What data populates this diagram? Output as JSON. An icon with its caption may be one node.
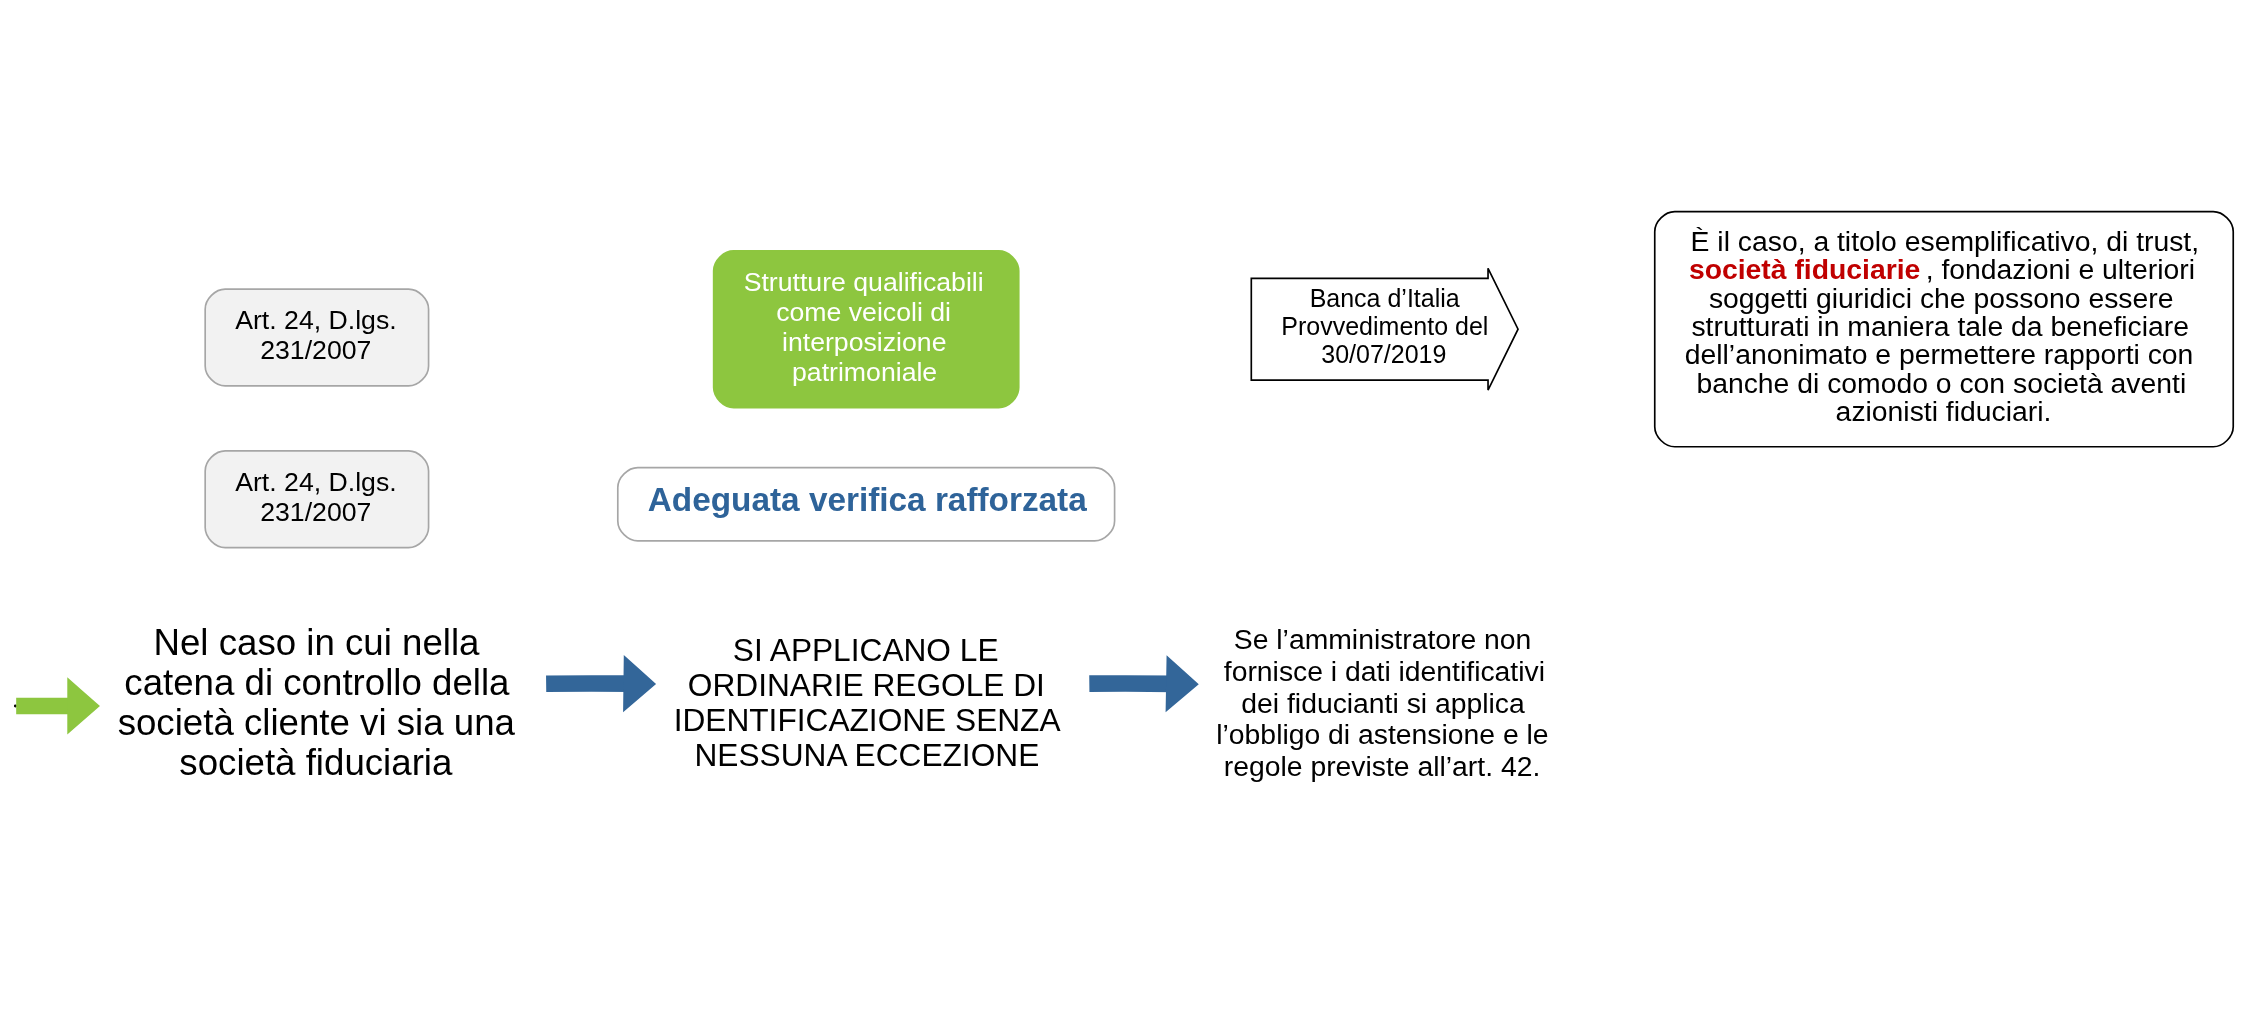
{
  "diagram": {
    "nodes": [
      {
        "text": [
          "Art. 24, D.lgs. 231/2007"
        ]
      },
      {
        "text": [
          "Strutture qualificabili come veicoli di interposizione patrimoniale"
        ]
      },
      {
        "text": [
          "Banca d’Italia",
          "Provvedimento del 30/07/2019"
        ]
      },
      {
        "text": [
          "È il caso, a titolo esemplificativo, di trust, **società fiduciarie**, fondazioni e ulteriori soggetti giuridici che possono essere strutturati in maniera tale da beneficiare dell’anonimato e permettere rapporti con banche di comodo o con società aventi azionisti fiduciari."
        ]
      },
      {
        "text": [
          "Art. 24, D.lgs. 231/2007"
        ]
      },
      {
        "text": [
          "Adeguata verifica rafforzata"
        ]
      },
      {
        "text": [
          "Nel caso in cui nella catena di controllo della società cliente vi sia una società fiduciaria"
        ]
      },
      {
        "text": [
          "SI APPLICANO LE ORDINARIE REGOLE DI IDENTIFICAZIONE SENZA NESSUNA ECCEZIONE"
        ]
      },
      {
        "text": [
          "Se l’amministratore non fornisce i dati identificativi dei fiducianti si applica l’obbligo di astensione e le regole previste all’art. 42."
        ]
      }
    ],
    "edges": [
      {
        "from": null,
        "to": 6,
        "arrow": "to",
        "color": "#8dc63f"
      },
      {
        "from": 6,
        "to": 7,
        "arrow": "to"
      },
      {
        "from": 7,
        "to": 8,
        "arrow": "to"
      }
    ]
  }
}
